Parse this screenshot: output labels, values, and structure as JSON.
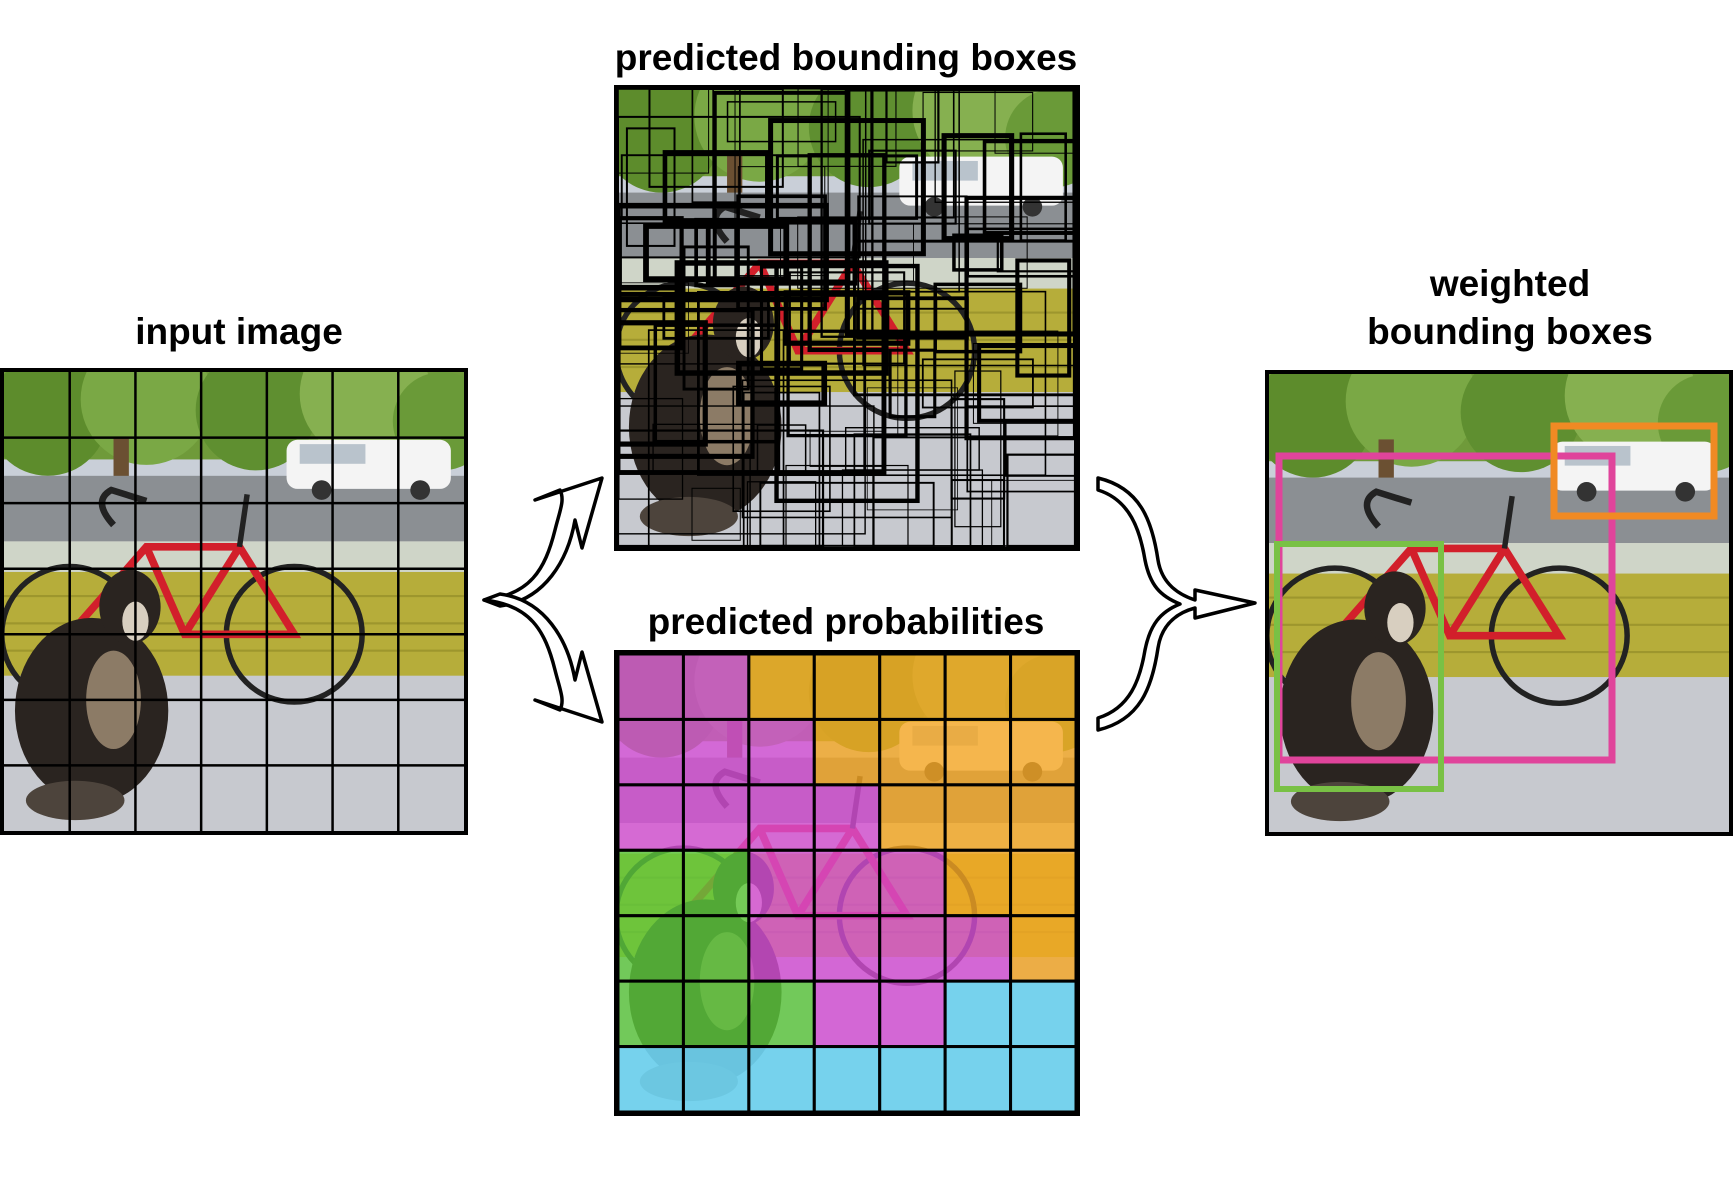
{
  "labels": {
    "input_image": "input image",
    "predicted_boxes": "predicted bounding boxes",
    "predicted_probabilities": "predicted probabilities",
    "weighted_line1": "weighted",
    "weighted_line2": "bounding boxes"
  },
  "grid": {
    "rows": 7,
    "cols": 7
  },
  "class_colors": {
    "M": "#d64fd6",
    "O": "#f5a623",
    "G": "#5cc93c",
    "C": "#6fd3f0"
  },
  "probability_map": [
    "MMOOOOO",
    "MMMOOOO",
    "MMMMOOO",
    "GGMMMOO",
    "GGMMMMO",
    "GGGMMCC",
    "CCCCCCC"
  ],
  "detections": [
    {
      "class": "pink",
      "color": "#e0449b"
    },
    {
      "class": "orange",
      "color": "#f08a24"
    },
    {
      "class": "green",
      "color": "#79c145"
    }
  ]
}
